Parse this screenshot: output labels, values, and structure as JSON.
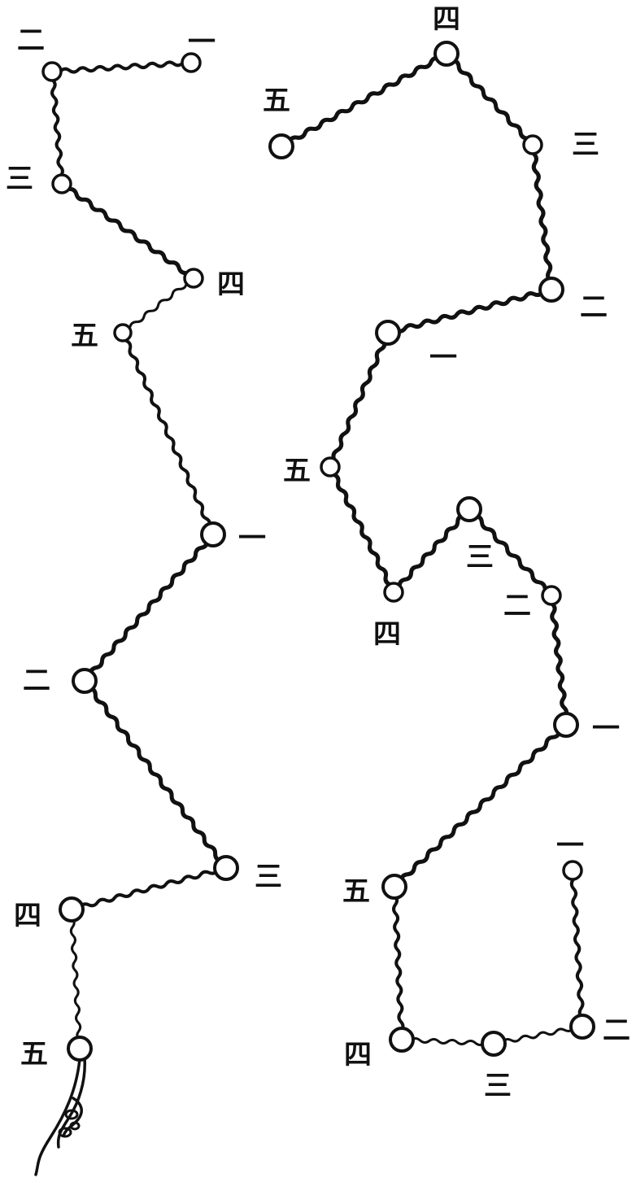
{
  "diagram": {
    "ink_color": "#111111",
    "background_color": "#ffffff",
    "paths": [
      {
        "id": "left-path",
        "nodes": [
          {
            "label": "一",
            "size": "medium"
          },
          {
            "label": "二",
            "size": "medium"
          },
          {
            "label": "三",
            "size": "medium"
          },
          {
            "label": "四",
            "size": "medium"
          },
          {
            "label": "五",
            "size": "small"
          },
          {
            "label": "一",
            "size": "large"
          },
          {
            "label": "二",
            "size": "large"
          },
          {
            "label": "三",
            "size": "large"
          },
          {
            "label": "四",
            "size": "large"
          },
          {
            "label": "五",
            "size": "large"
          }
        ]
      },
      {
        "id": "right-path",
        "nodes": [
          {
            "label": "五",
            "size": "large"
          },
          {
            "label": "四",
            "size": "large"
          },
          {
            "label": "三",
            "size": "medium"
          },
          {
            "label": "二",
            "size": "large"
          },
          {
            "label": "一",
            "size": "large"
          },
          {
            "label": "五",
            "size": "medium"
          },
          {
            "label": "四",
            "size": "medium"
          },
          {
            "label": "三",
            "size": "large"
          },
          {
            "label": "二",
            "size": "medium"
          },
          {
            "label": "一",
            "size": "large"
          },
          {
            "label": "五",
            "size": "large"
          },
          {
            "label": "四",
            "size": "large"
          },
          {
            "label": "三",
            "size": "large"
          },
          {
            "label": "二",
            "size": "large"
          },
          {
            "label": "一",
            "size": "medium"
          }
        ]
      }
    ]
  }
}
